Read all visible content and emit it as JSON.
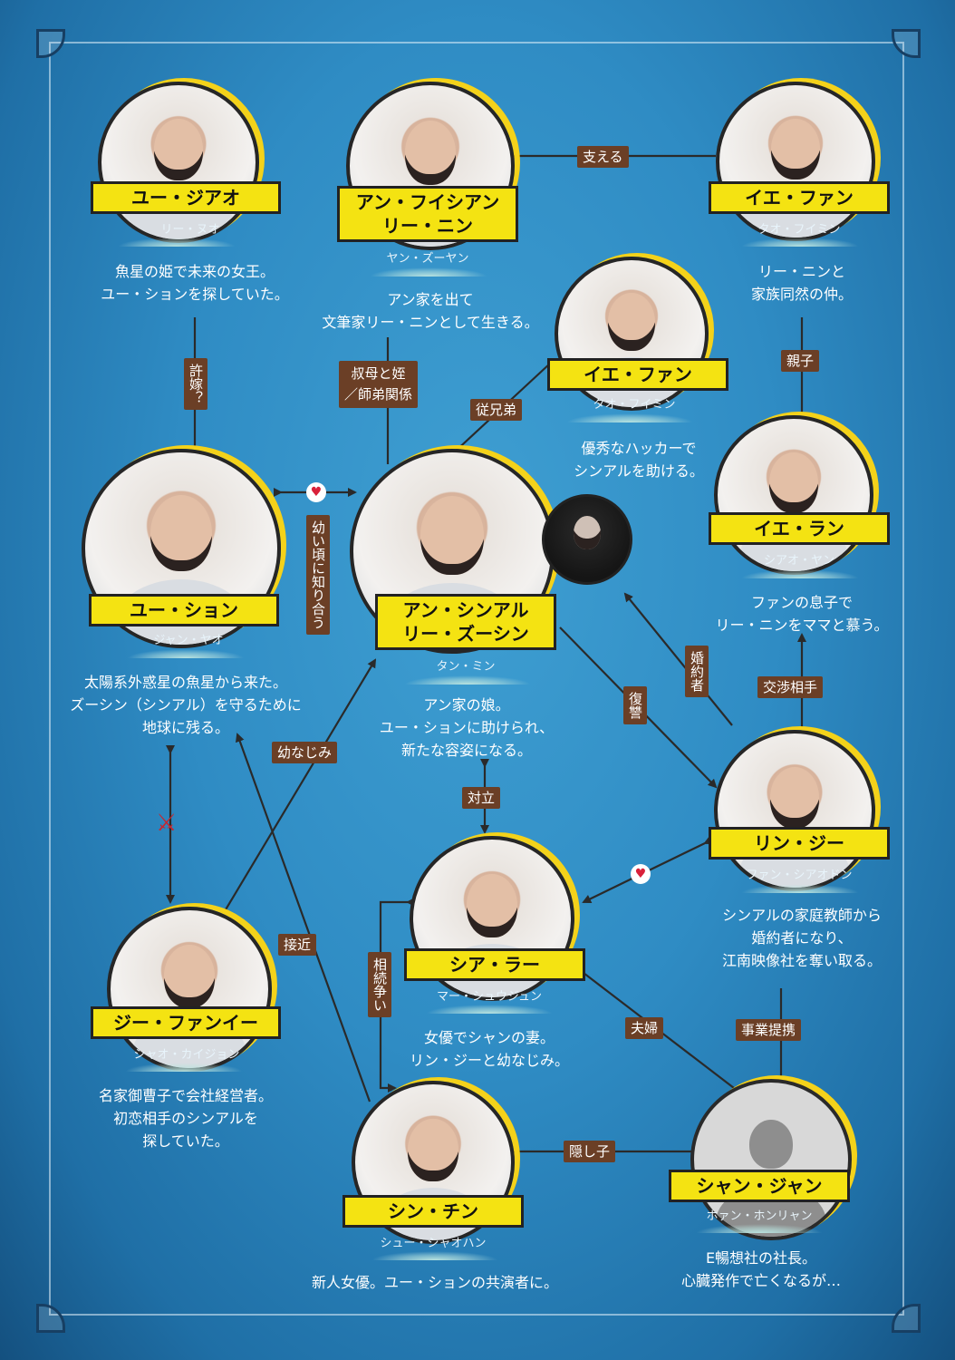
{
  "characters": {
    "yu_jiao": {
      "name": "ユー・ジアオ",
      "actor": "リー・ヌオ",
      "desc": [
        "魚星の姫で未来の女王。",
        "ユー・ションを探していた。"
      ]
    },
    "an_feixian": {
      "name": [
        "アン・フイシアン",
        "リー・ニン"
      ],
      "actor": "ヤン・ズーヤン",
      "desc": [
        "アン家を出て",
        "文筆家リー・ニンとして生きる。"
      ]
    },
    "ye_fang_mother": {
      "name": "イエ・ファン",
      "actor": "タオ・フイミン",
      "desc": [
        "リー・ニンと",
        "家族同然の仲。"
      ]
    },
    "ye_fang_hacker": {
      "name": "イエ・ファン",
      "actor": "タオ・フイミン",
      "desc": [
        "優秀なハッカーで",
        "シンアルを助ける。"
      ]
    },
    "ye_lan": {
      "name": "イエ・ラン",
      "actor": "シアオ・ヤン",
      "desc": [
        "ファンの息子で",
        "リー・ニンをママと慕う。"
      ]
    },
    "yu_xiong": {
      "name": "ユー・ション",
      "actor": "ジャン・ヤオ",
      "desc": [
        "太陽系外惑星の魚星から来た。",
        "ズーシン（シンアル）を守るために",
        "地球に残る。"
      ]
    },
    "an_xiner": {
      "name": [
        "アン・シンアル",
        "リー・ズーシン"
      ],
      "actor": "タン・ミン",
      "desc": [
        "アン家の娘。",
        "ユー・ションに助けられ、",
        "新たな容姿になる。"
      ]
    },
    "lin_ji": {
      "name": "リン・ジー",
      "actor": "ファン・シアオドン",
      "desc": [
        "シンアルの家庭教師から",
        "婚約者になり、",
        "江南映像社を奪い取る。"
      ]
    },
    "xia_la": {
      "name": "シア・ラー",
      "actor": "マー・シュウジュン",
      "desc": [
        "女優でシャンの妻。",
        "リン・ジーと幼なじみ。"
      ]
    },
    "ji_fanyi": {
      "name": "ジー・ファンイー",
      "actor": "シャオ・カイジョン",
      "desc": [
        "名家御曹子で会社経営者。",
        "初恋相手のシンアルを",
        "探していた。"
      ]
    },
    "xin_qin": {
      "name": "シン・チン",
      "actor": "シュー・シャオハン",
      "desc": [
        "新人女優。ユー・ションの共演者に。"
      ]
    },
    "shan_jian": {
      "name": "シャン・ジャン",
      "actor": "ホァン・ホンリャン",
      "desc": [
        "E暢想社の社長。",
        "心臓発作で亡くなるが…"
      ]
    }
  },
  "relations": {
    "support": "支える",
    "fiance_q": "許嫁？",
    "aunt": [
      "叔母と姪",
      "／師弟関係"
    ],
    "parent": "親子",
    "cousin": "従兄弟",
    "childhood_meet": "幼い頃に知り合う",
    "engaged": "婚約者",
    "negotiate": "交渉相手",
    "revenge": "復讐",
    "childhood_friend": "幼なじみ",
    "oppose": "対立",
    "approach": "接近",
    "inheritance": "相続争い",
    "couple": "夫婦",
    "business": "事業提携",
    "hidden_child": "隠し子"
  },
  "colors": {
    "nameplate": "#f4e312",
    "relation_label": "#6b3f26",
    "line": "#2a2a2a",
    "heart": "#d9213a",
    "swords": "#c8262e"
  },
  "icons": {
    "heart": "heart-icon",
    "conflict": "crossed-swords-icon",
    "anonymous": "person-silhouette-icon"
  }
}
